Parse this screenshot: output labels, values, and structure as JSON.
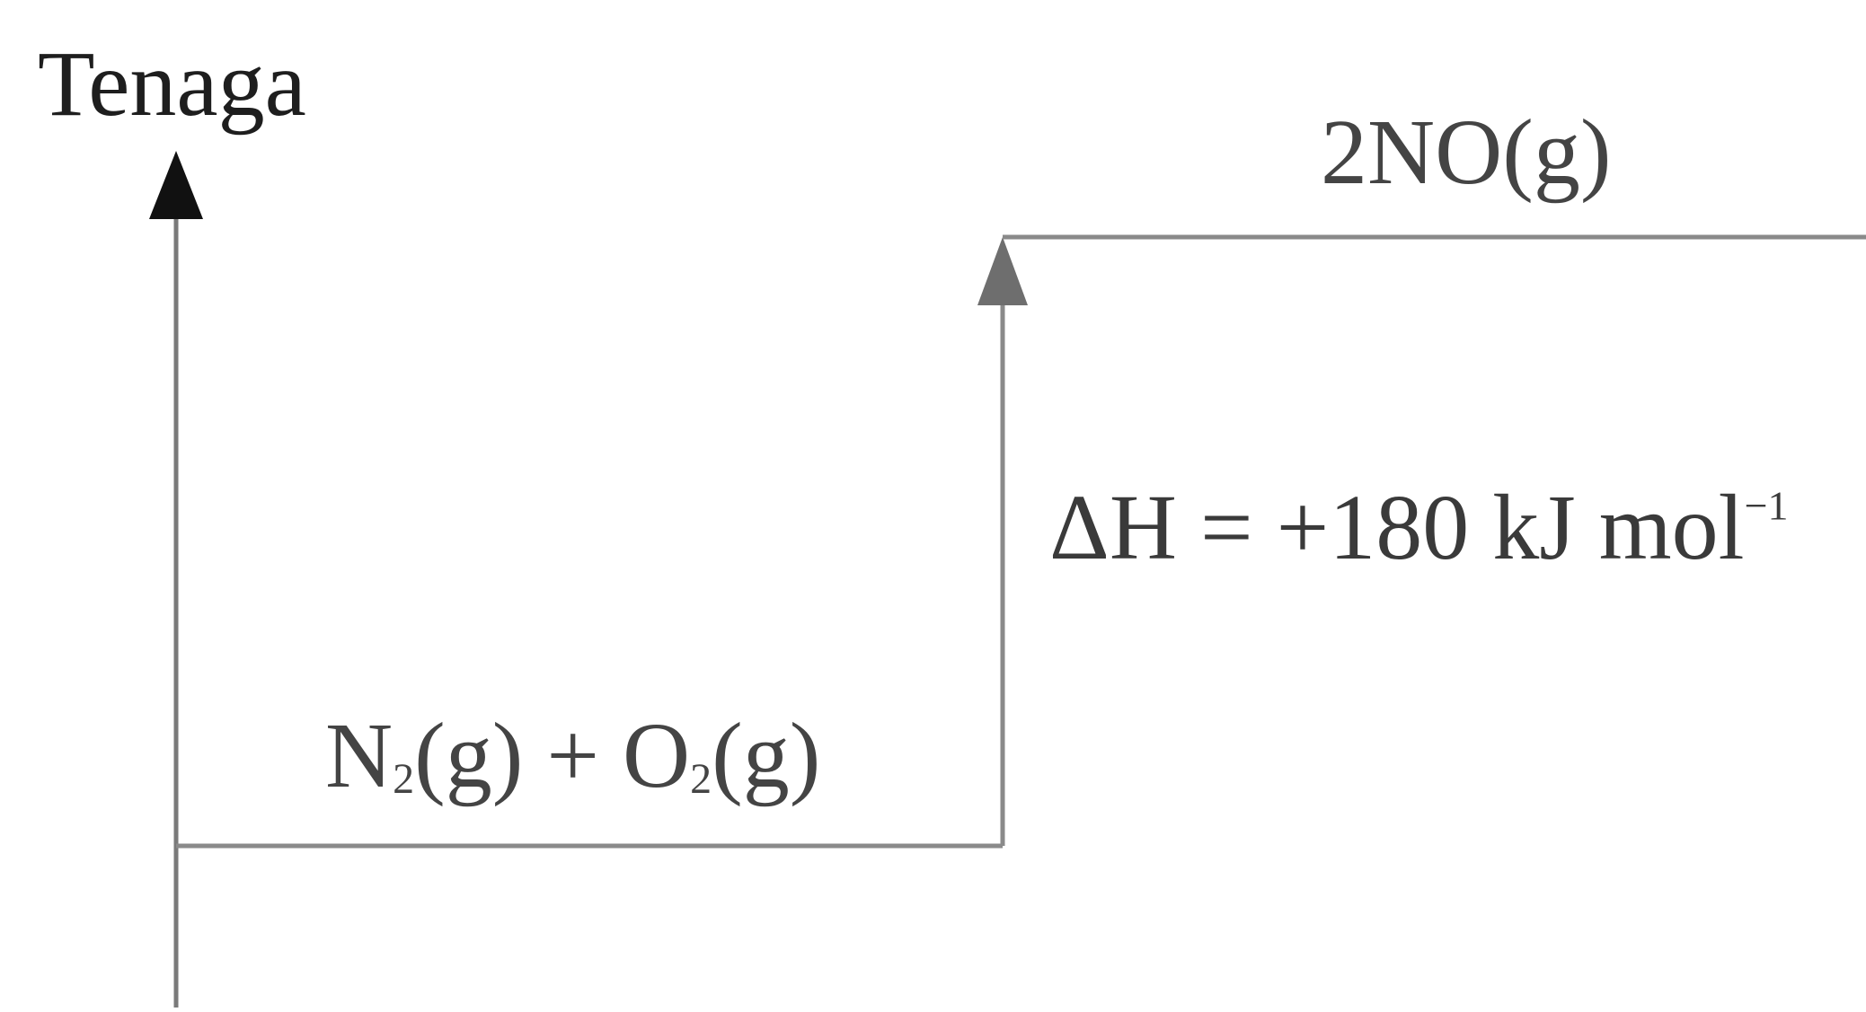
{
  "diagram": {
    "axis_label": "Tenaga",
    "product": {
      "label": "2NO(g)"
    },
    "reactant": {
      "n": "N",
      "n_sub": "2",
      "n_state": "(g) + O",
      "o_sub": "2",
      "o_state": "(g)"
    },
    "enthalpy": {
      "text": "ΔH = +180 kJ mol",
      "superscript": "−1",
      "value_kj_per_mol": 180
    },
    "colors": {
      "axis": "#7a7a7a",
      "axis_arrow": "#111111",
      "level_line": "#8a8a8a",
      "enthalpy_arrow": "#6e6e6e"
    }
  }
}
